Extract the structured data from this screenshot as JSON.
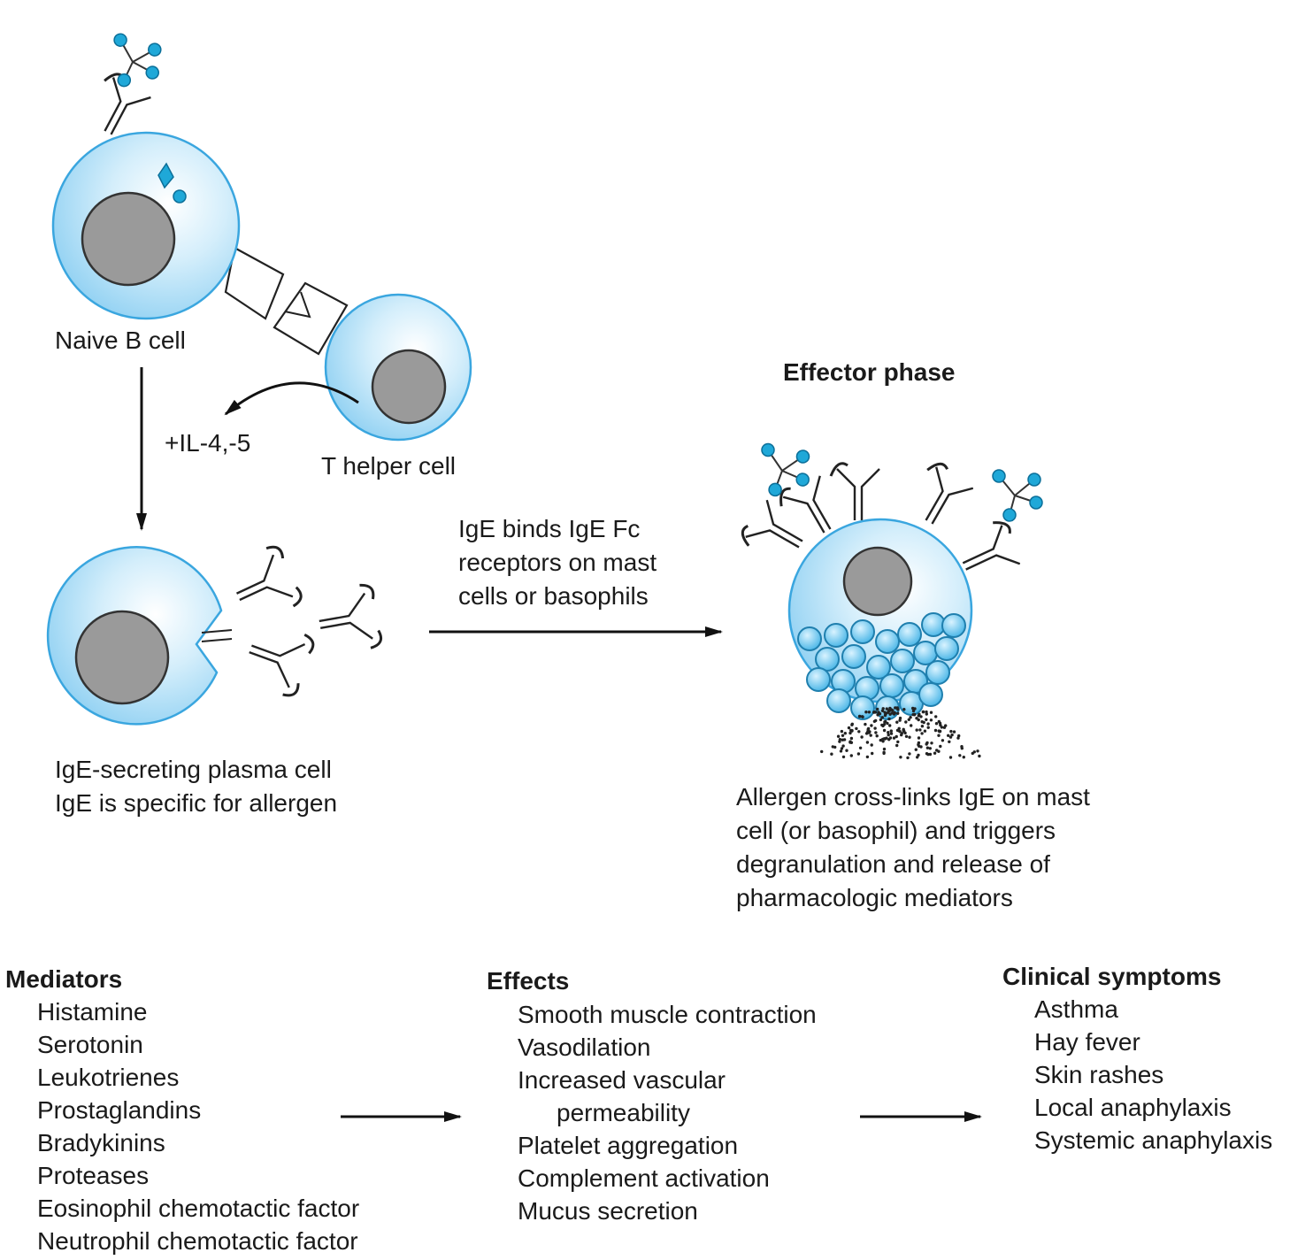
{
  "labels": {
    "naive_b_cell": "Naive B cell",
    "t_helper_cell": "T helper cell",
    "interleukins": "+IL-4,-5",
    "effector_phase": "Effector phase",
    "plasma_cell_lines": [
      "IgE-secreting plasma cell",
      "IgE is specific for allergen"
    ],
    "binding_lines": [
      "IgE binds IgE Fc",
      "receptors on mast",
      "cells or basophils"
    ],
    "crosslink_lines": [
      "Allergen cross-links IgE on mast",
      "cell (or basophil) and triggers",
      "degranulation and release of",
      "pharmacologic mediators"
    ]
  },
  "mediators": {
    "heading": "Mediators",
    "items": [
      "Histamine",
      "Serotonin",
      "Leukotrienes",
      "Prostaglandins",
      "Bradykinins",
      "Proteases",
      "Eosinophil chemotactic factor",
      "Neutrophil chemotactic factor"
    ]
  },
  "effects": {
    "heading": "Effects",
    "items": [
      "Smooth muscle contraction",
      "Vasodilation",
      "Increased vascular",
      "permeability",
      "Platelet aggregation",
      "Complement activation",
      "Mucus secretion"
    ]
  },
  "symptoms": {
    "heading": "Clinical symptoms",
    "items": [
      "Asthma",
      "Hay fever",
      "Skin rashes",
      "Local anaphylaxis",
      "Systemic anaphylaxis"
    ]
  },
  "colors": {
    "cell_fill": "#bfe4f7",
    "cell_edge": "#3aa6df",
    "nucleus": "#9a9a9a",
    "allergen": "#1fa8d8",
    "granule": "#7fcff0",
    "line": "#111111"
  }
}
